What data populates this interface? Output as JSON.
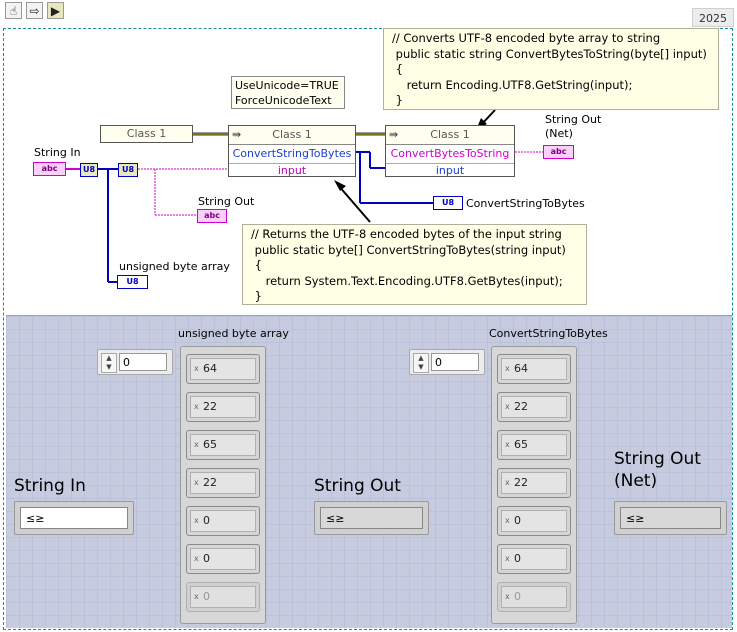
{
  "toolbar": {
    "hand_icon": "hand-icon",
    "arrow_icon": "run-arrow-icon",
    "highlight_icon": "highlight-icon"
  },
  "year": "2025",
  "diagram": {
    "comment_top": "// Converts UTF-8 encoded byte array to string\n public static string ConvertBytesToString(byte[] input)\n {\n    return Encoding.UTF8.GetString(input);\n }",
    "comment_bottom": "// Returns the UTF-8 encoded bytes of the input string\n public static byte[] ConvertStringToBytes(string input)\n {\n    return System.Text.Encoding.UTF8.GetBytes(input);\n }",
    "note": "UseUnicode=TRUE\nForceUnicodeText",
    "class_ref": "Class 1",
    "node1": {
      "class": "Class 1",
      "method": "ConvertStringToBytes",
      "param": "input"
    },
    "node2": {
      "class": "Class 1",
      "method": "ConvertBytesToString",
      "param": "input"
    },
    "labels": {
      "string_in": "String In",
      "string_out": "String Out",
      "string_out_net": "String Out\n(Net)",
      "unsigned_byte_array": "unsigned byte array",
      "convert_string_to_bytes": "ConvertStringToBytes"
    },
    "terms": {
      "str": "abc",
      "u8": "U8"
    }
  },
  "front_panel": {
    "string_in": {
      "label": "String In",
      "value": "≤≥"
    },
    "string_out": {
      "label": "String Out",
      "value": "≤≥"
    },
    "string_out_net": {
      "label": "String Out\n(Net)",
      "value": "≤≥"
    },
    "array1": {
      "label": "unsigned byte array",
      "index": "0",
      "values": [
        "64",
        "22",
        "65",
        "22",
        "0",
        "0",
        "0"
      ]
    },
    "array2": {
      "label": "ConvertStringToBytes",
      "index": "0",
      "values": [
        "64",
        "22",
        "65",
        "22",
        "0",
        "0",
        "0"
      ]
    },
    "spin_up": "▲",
    "spin_down": "▼",
    "elem_marker": "x"
  }
}
